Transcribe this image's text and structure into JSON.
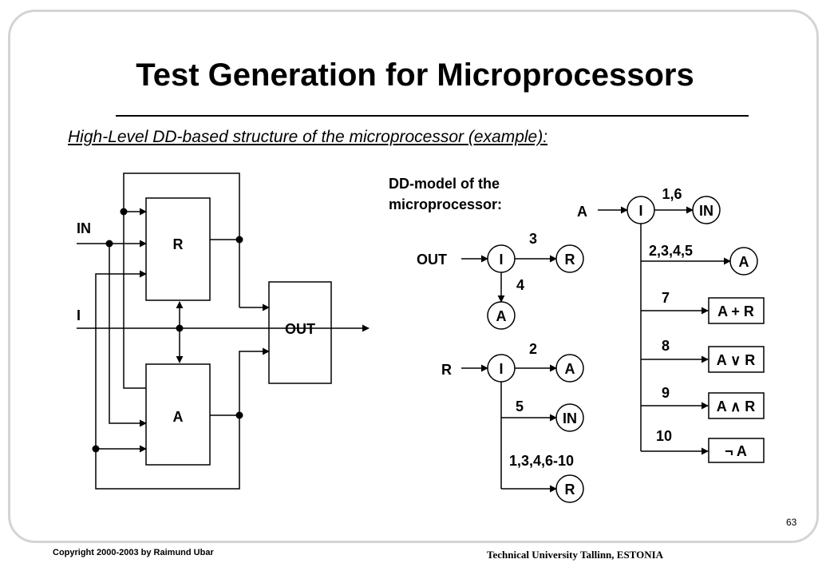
{
  "slide": {
    "title": "Test Generation for Microprocessors",
    "subtitle": "High-Level DD-based structure of the microprocessor (example):",
    "page_number": "63",
    "copyright": "Copyright  2000-2003  by  Raimund  Ubar",
    "university": "Technical University Tallinn, ESTONIA"
  },
  "structure": {
    "input_in": "IN",
    "input_i": "I",
    "register_r": "R",
    "register_a": "A",
    "output_block": "OUT"
  },
  "dd_model": {
    "caption_line1": "DD-model of the",
    "caption_line2": "microprocessor:",
    "out_dd": {
      "root": "OUT",
      "node": "I",
      "edge_right": "3",
      "terminal_right": "R",
      "edge_down": "4",
      "terminal_down": "A"
    },
    "r_dd": {
      "root": "R",
      "node": "I",
      "edge_right": "2",
      "terminal_right": "A",
      "edge_mid": "5",
      "terminal_mid": "IN",
      "edge_bottom": "1,3,4,6-10",
      "terminal_bottom": "R"
    },
    "a_dd": {
      "root": "A",
      "node": "I",
      "edge_right": "1,6",
      "terminal_right": "IN",
      "branches": [
        {
          "edge": "2,3,4,5",
          "terminal": "A"
        },
        {
          "edge": "7",
          "terminal": "A + R"
        },
        {
          "edge": "8",
          "terminal": "A ∨ R"
        },
        {
          "edge": "9",
          "terminal": "A ∧ R"
        },
        {
          "edge": "10",
          "terminal": "¬ A"
        }
      ]
    }
  }
}
